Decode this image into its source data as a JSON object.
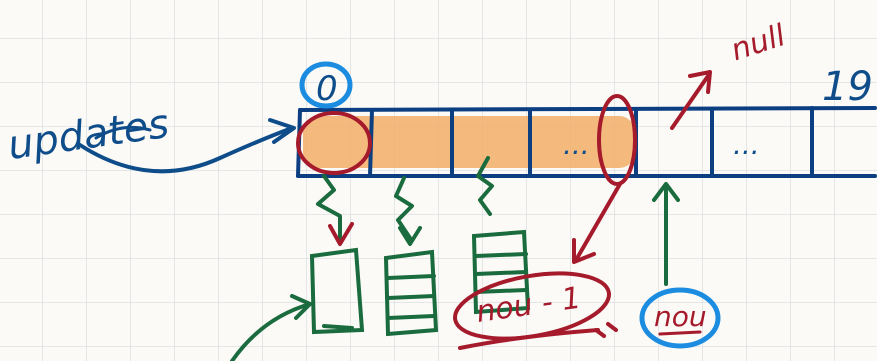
{
  "labels": {
    "updates": "updates",
    "start_index": "0",
    "end_index": "19",
    "null_label": "null",
    "ellipsis_filled": "...",
    "ellipsis_empty": "...",
    "nou_minus_one": "nou - 1",
    "nou": "nou"
  },
  "colors": {
    "grid": "#cfd3d9",
    "paper": "#fbfaf6",
    "array_border": "#0b3f82",
    "filled_highlight": "#f2ad67",
    "ink_blue": "#0f4c8a",
    "ink_red": "#a51b2c",
    "ink_green": "#1a6b3e",
    "circle_blue": "#1b8ce0"
  },
  "array": {
    "cells": [
      {
        "filled": true,
        "label": ""
      },
      {
        "filled": true,
        "label": ""
      },
      {
        "filled": true,
        "label": ""
      },
      {
        "filled": true,
        "label": "..."
      },
      {
        "filled": false,
        "label": ""
      },
      {
        "filled": false,
        "label": "..."
      },
      {
        "filled": false,
        "label": ""
      }
    ]
  }
}
